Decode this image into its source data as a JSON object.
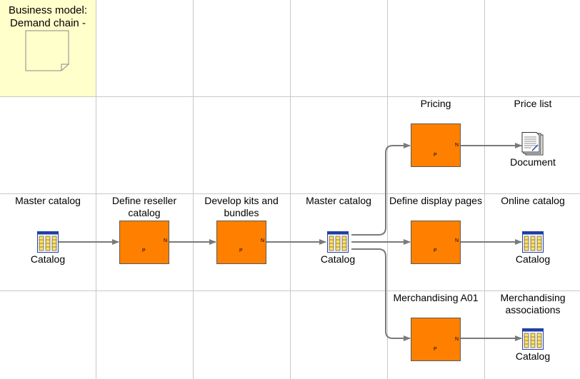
{
  "title": {
    "text": "Business model: Demand chain - Reseller"
  },
  "colors": {
    "process_fill": "#ff8000",
    "process_stroke": "#5a5a5a",
    "grid": "#c8c8c8",
    "title_bg": "#ffffcc",
    "connector": "#7a7a7a",
    "icon_blue": "#1f3fa6"
  },
  "nodes": [
    {
      "id": "master-catalog-in",
      "type": "catalog",
      "header": "Master catalog",
      "caption": "Catalog"
    },
    {
      "id": "define-reseller-catalog",
      "type": "process",
      "header": "Define reseller catalog",
      "left_mark": "",
      "inner_mark": "P",
      "right_mark": "N"
    },
    {
      "id": "develop-kits",
      "type": "process",
      "header": "Develop kits and bundles",
      "left_mark": "",
      "inner_mark": "P",
      "right_mark": "N"
    },
    {
      "id": "master-catalog-mid",
      "type": "catalog",
      "header": "Master catalog",
      "caption": "Catalog"
    },
    {
      "id": "pricing",
      "type": "process",
      "header": "Pricing",
      "inner_mark": "P",
      "right_mark": "N"
    },
    {
      "id": "define-display-pages",
      "type": "process",
      "header": "Define display pages",
      "inner_mark": "P",
      "right_mark": "N"
    },
    {
      "id": "merchandising",
      "type": "process",
      "header": "Merchandising A01",
      "inner_mark": "P",
      "right_mark": "N"
    },
    {
      "id": "price-list",
      "type": "document",
      "header": "Price list",
      "caption": "Document"
    },
    {
      "id": "online-catalog",
      "type": "catalog",
      "header": "Online catalog",
      "caption": "Catalog"
    },
    {
      "id": "merch-associations",
      "type": "catalog",
      "header": "Merchandising associations",
      "caption": "Catalog"
    }
  ],
  "edges": [
    {
      "from": "master-catalog-in",
      "to": "define-reseller-catalog"
    },
    {
      "from": "define-reseller-catalog",
      "to": "develop-kits"
    },
    {
      "from": "develop-kits",
      "to": "master-catalog-mid"
    },
    {
      "from": "master-catalog-mid",
      "to": "pricing"
    },
    {
      "from": "master-catalog-mid",
      "to": "define-display-pages"
    },
    {
      "from": "master-catalog-mid",
      "to": "merchandising"
    },
    {
      "from": "pricing",
      "to": "price-list"
    },
    {
      "from": "define-display-pages",
      "to": "online-catalog"
    },
    {
      "from": "merchandising",
      "to": "merch-associations"
    }
  ]
}
